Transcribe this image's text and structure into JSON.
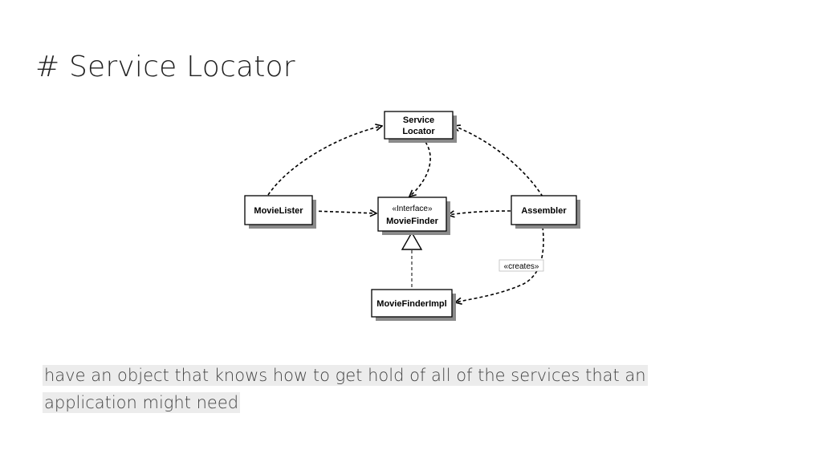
{
  "title": "# Service Locator",
  "diagram": {
    "service_locator_line1": "Service",
    "service_locator_line2": "Locator",
    "movie_lister": "MovieLister",
    "interface_stereotype": "«Interface»",
    "movie_finder": "MovieFinder",
    "assembler": "Assembler",
    "movie_finder_impl": "MovieFinderImpl",
    "creates_label": "«creates»"
  },
  "caption": {
    "line1": "have an object that knows how to get hold of all of the services that an",
    "line2": "application might need"
  }
}
